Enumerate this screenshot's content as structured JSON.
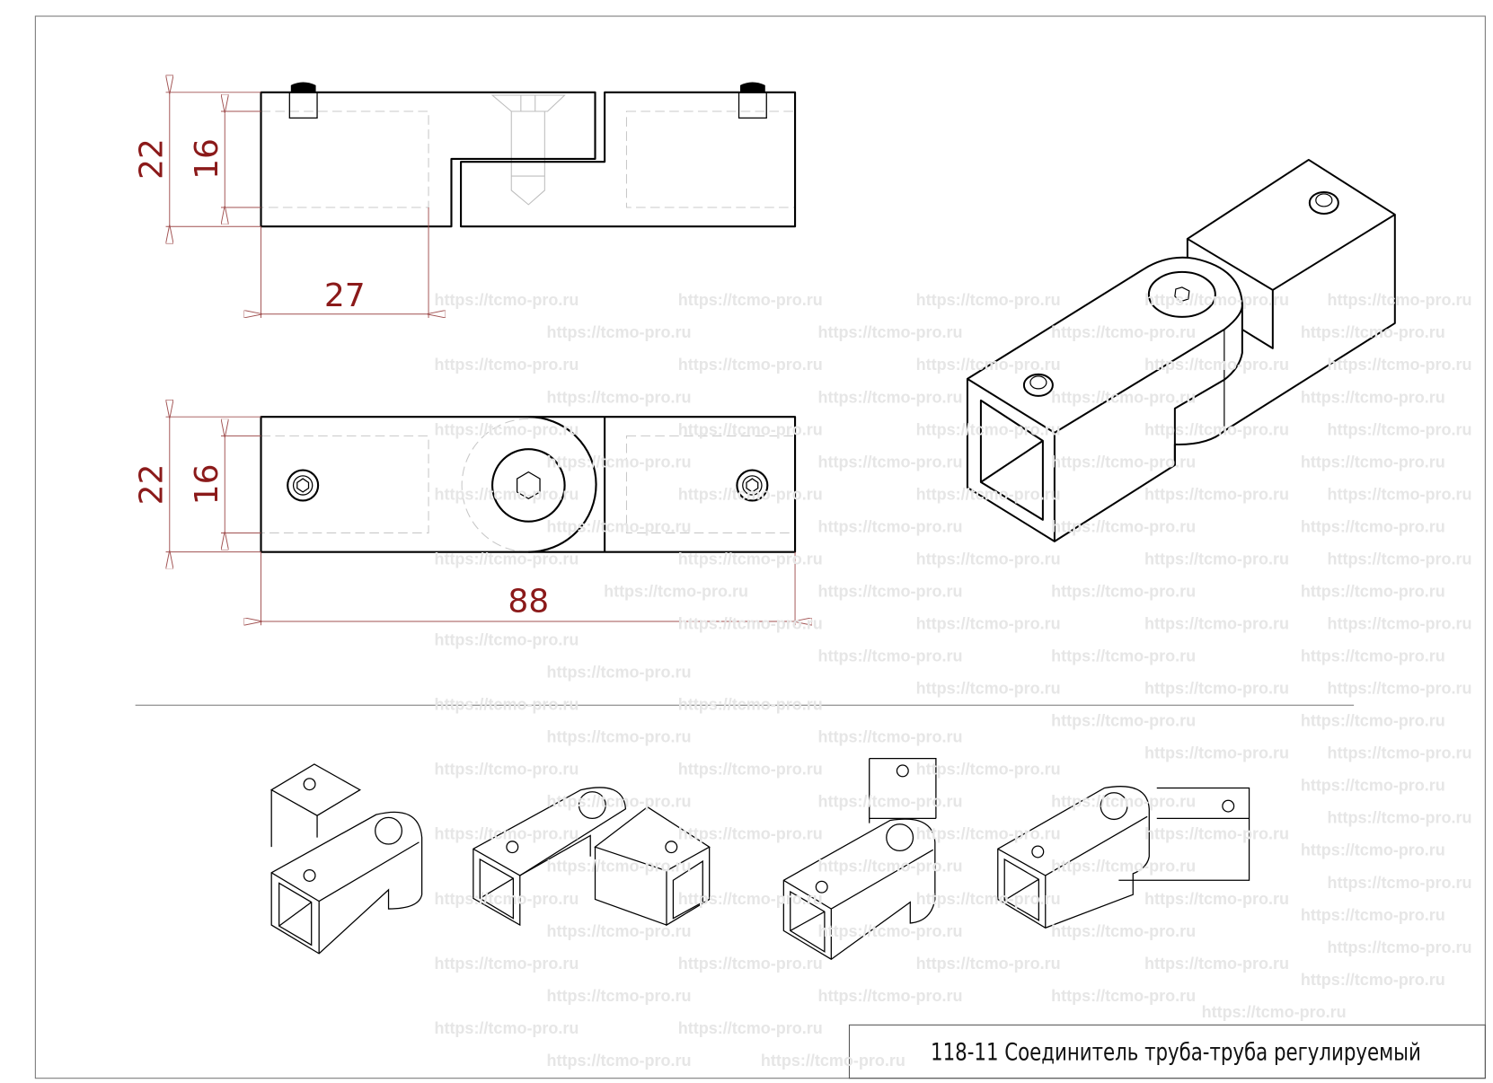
{
  "title_block": {
    "title": "118-11 Соединитель труба-труба регулируемый"
  },
  "watermark": {
    "text": "https://tcmo-pro.ru"
  },
  "dimensions": {
    "top_view": {
      "height_outer": "22",
      "height_inner": "16",
      "length_socket": "27"
    },
    "front_view": {
      "height_outer": "22",
      "height_inner": "16",
      "length_total": "88"
    }
  },
  "colors": {
    "dimension": "#8b1a1a",
    "outline": "#000000",
    "watermark": "#e6e6e6"
  }
}
